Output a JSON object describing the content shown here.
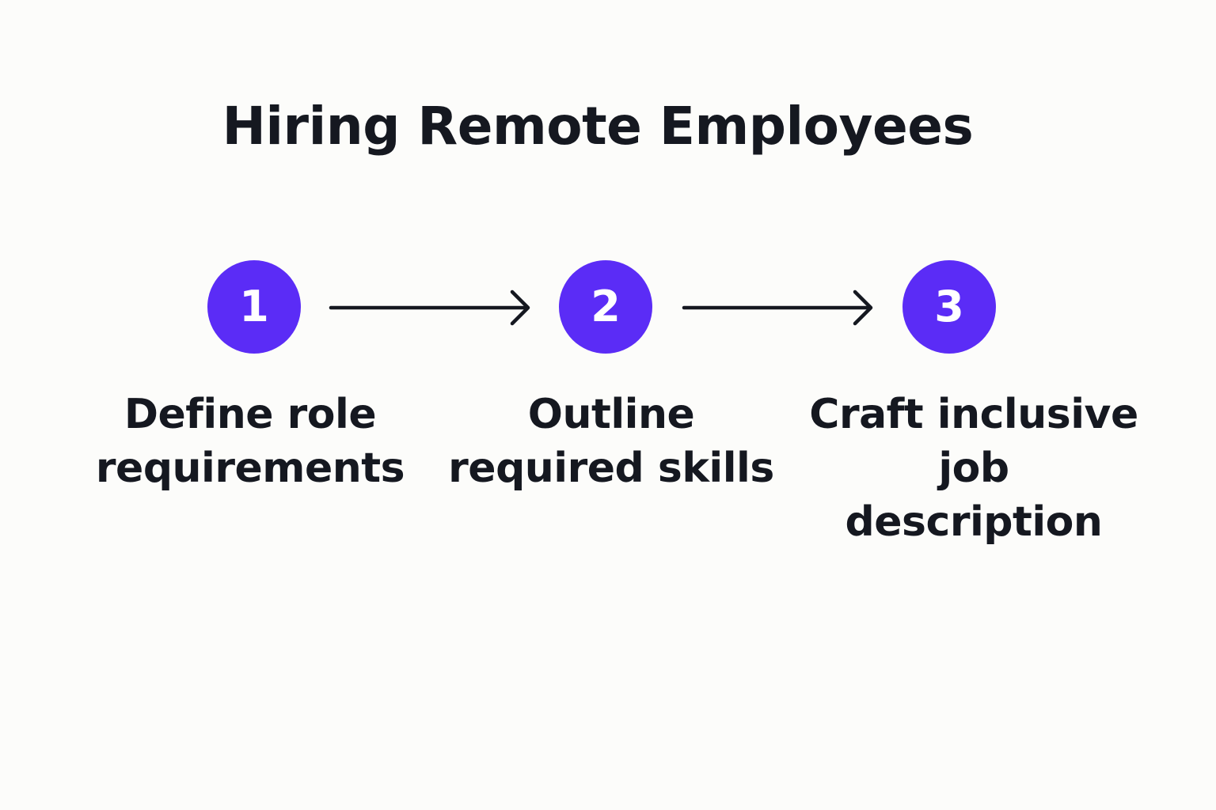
{
  "title": "Hiring Remote Employees",
  "colors": {
    "accent": "#5b2cf6",
    "text": "#151820",
    "arrow": "#151820",
    "background": "#fcfcfa"
  },
  "steps": [
    {
      "number": "1",
      "label": "Define role\nrequirements"
    },
    {
      "number": "2",
      "label": "Outline\nrequired skills"
    },
    {
      "number": "3",
      "label": "Craft inclusive\njob description"
    }
  ],
  "connectors": [
    {
      "from": "1",
      "to": "2",
      "icon": "arrow-right-icon"
    },
    {
      "from": "2",
      "to": "3",
      "icon": "arrow-right-icon"
    }
  ]
}
